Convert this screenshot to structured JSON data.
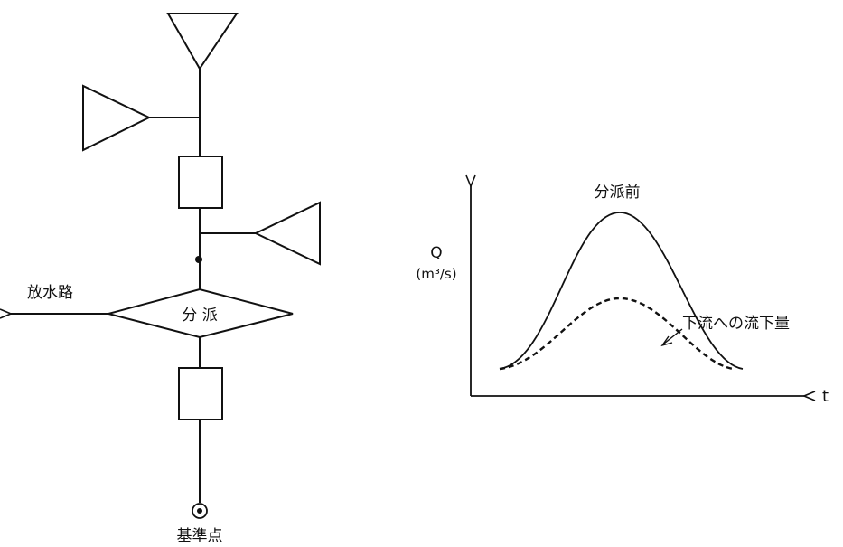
{
  "network": {
    "diversion_label": "分 派",
    "outlet_label": "放水路",
    "reference_point_label": "基準点"
  },
  "graph": {
    "y_axis_label": "Q",
    "y_axis_unit": "(m³/s)",
    "x_axis_label": "t",
    "before_curve_label": "分派前",
    "after_curve_label": "下流への流下量"
  }
}
